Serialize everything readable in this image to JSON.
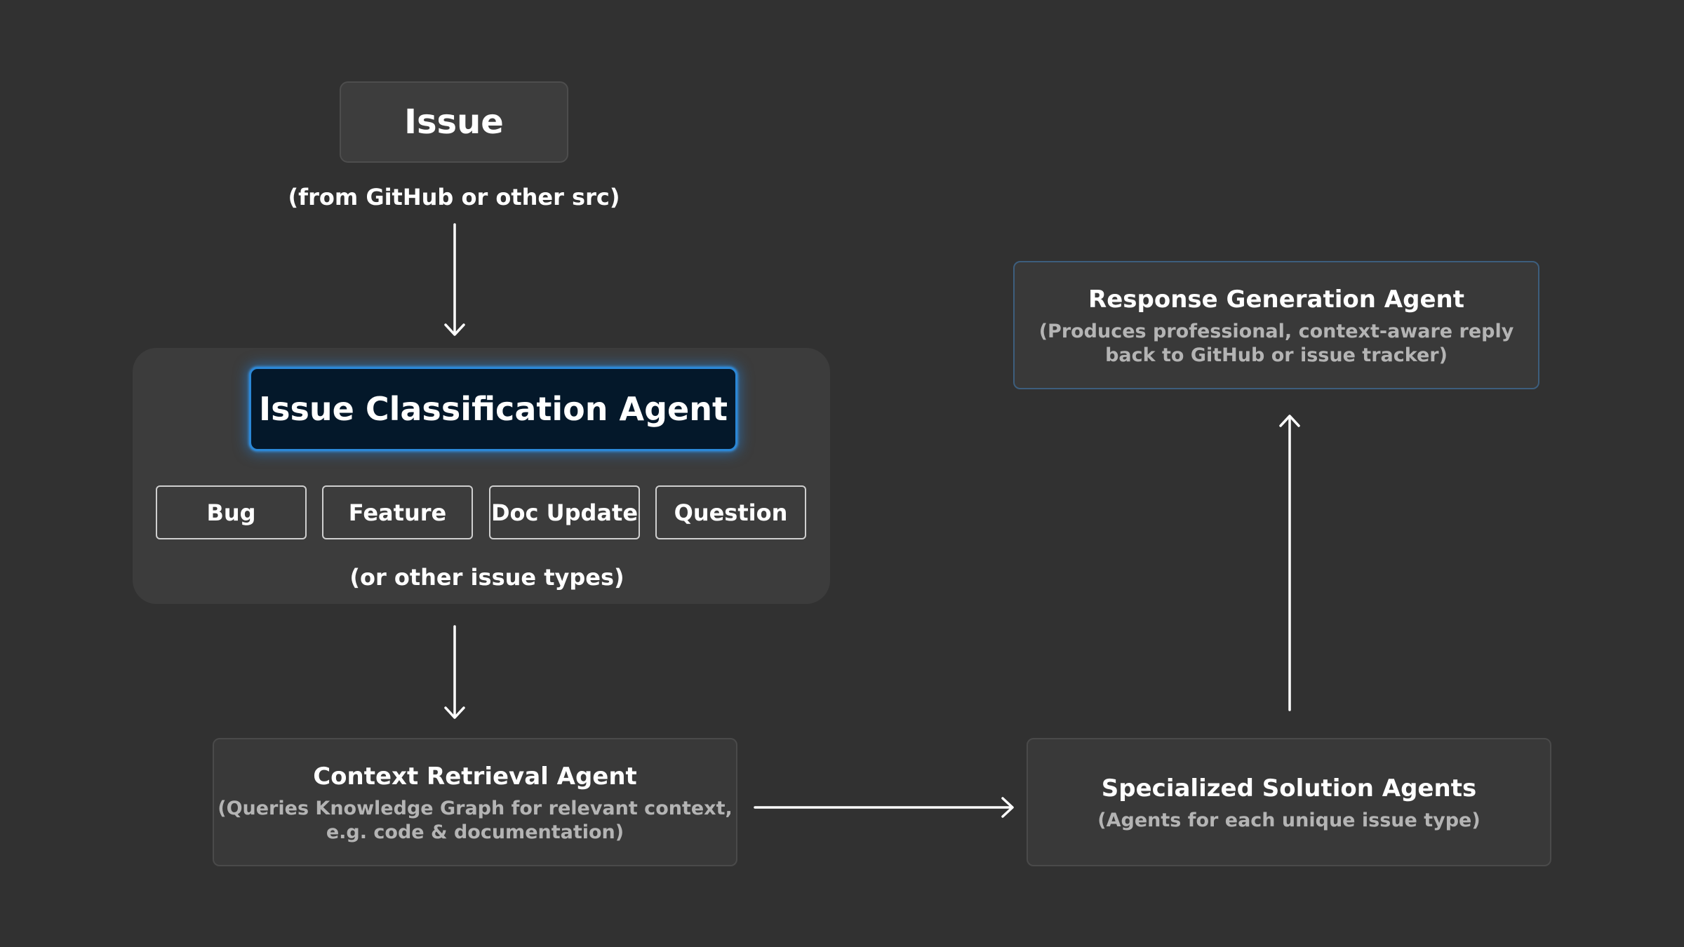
{
  "issue": {
    "title": "Issue",
    "caption": "(from GitHub or other src)"
  },
  "classification": {
    "title": "Issue Classification Agent",
    "types": [
      "Bug",
      "Feature",
      "Doc Update",
      "Question"
    ],
    "caption": "(or other issue types)"
  },
  "context_agent": {
    "title": "Context Retrieval Agent",
    "description": "(Queries Knowledge Graph for relevant context,\ne.g. code & documentation)"
  },
  "solution_agents": {
    "title": "Specialized Solution Agents",
    "description": "(Agents for each unique issue type)"
  },
  "response_agent": {
    "title": "Response Generation Agent",
    "description": "(Produces professional, context-aware reply\nback to GitHub or issue tracker)"
  },
  "colors": {
    "background": "#313131",
    "panel": "#3c3c3c",
    "accent_border": "#2b87d6",
    "accent_fill": "#04182a",
    "secondary_text": "#b4b4b4",
    "arrow": "#ffffff"
  }
}
